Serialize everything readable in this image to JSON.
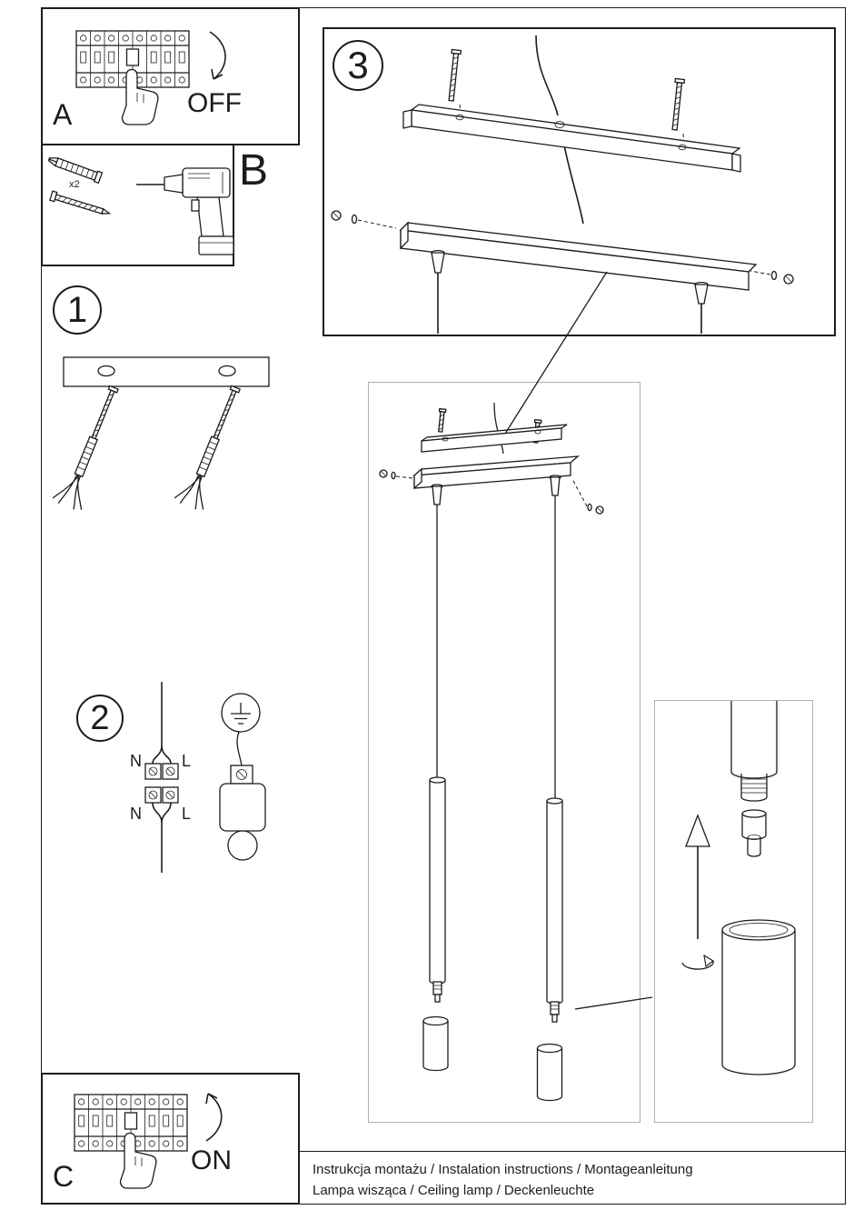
{
  "panel_a": {
    "label": "A",
    "action": "OFF"
  },
  "panel_b": {
    "label": "B",
    "quantity": "x2"
  },
  "panel_c": {
    "label": "C",
    "action": "ON"
  },
  "step1": {
    "number": "1"
  },
  "step2": {
    "number": "2",
    "terminals": {
      "top_left": "N",
      "top_right": "L",
      "bottom_left": "N",
      "bottom_right": "L"
    }
  },
  "step3": {
    "number": "3"
  },
  "footer": {
    "line1": "Instrukcja montażu / Instalation instructions / Montageanleitung",
    "line2": "Lampa wisząca / Ceiling lamp / Deckenleuchte"
  },
  "colors": {
    "ink": "#1c1c1c",
    "soft_frame": "#b0b0b0",
    "paper": "#ffffff"
  }
}
